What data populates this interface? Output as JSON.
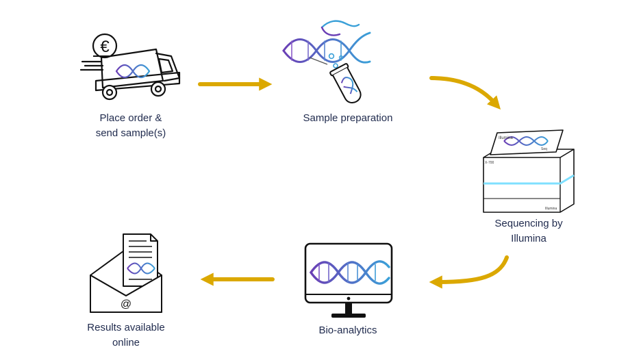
{
  "steps": [
    {
      "id": "order",
      "lines": [
        "Place order &",
        "send sample(s)"
      ],
      "icon": "delivery-truck-euro-dna-icon"
    },
    {
      "id": "prep",
      "lines": [
        "Sample preparation"
      ],
      "icon": "dna-test-tube-icon"
    },
    {
      "id": "seq",
      "lines": [
        "Sequencing by",
        "Illumina"
      ],
      "icon": "illumina-sequencer-icon"
    },
    {
      "id": "bio",
      "lines": [
        "Bio-analytics"
      ],
      "icon": "monitor-dna-icon"
    },
    {
      "id": "results",
      "lines": [
        "Results available",
        "online"
      ],
      "icon": "envelope-document-icon"
    }
  ],
  "sequencer_text": {
    "brand": "Illumina",
    "model": "X-700",
    "screen_label": "Illumina",
    "screen_sub": "Seq"
  },
  "email_symbol": "@",
  "currency_symbol": "€",
  "colors": {
    "arrow": "#dba800",
    "text": "#1f2a4d",
    "dna_purple": "#6a3fb5",
    "dna_blue": "#3aa0d8",
    "stroke": "#111111",
    "sequencer_light": "#7fe0ff"
  }
}
